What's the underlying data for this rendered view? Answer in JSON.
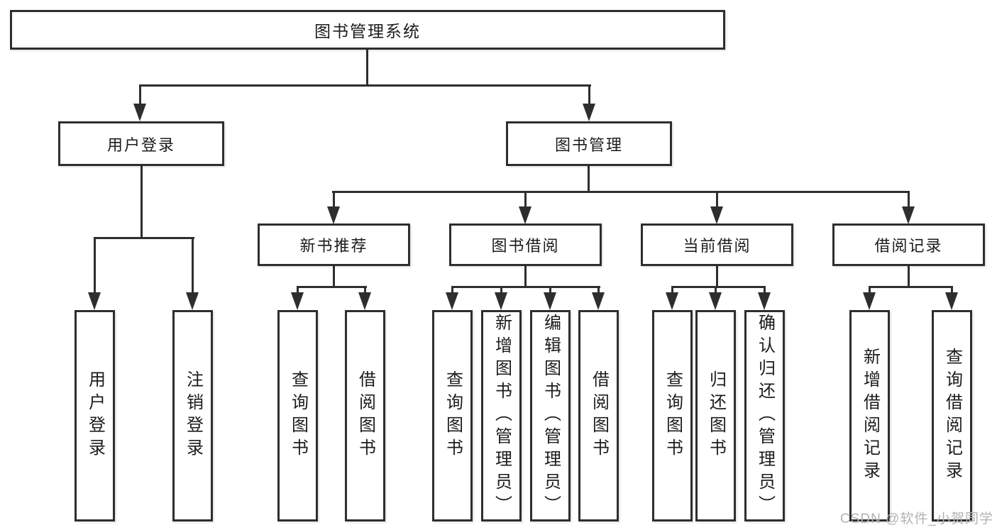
{
  "diagram": {
    "root": {
      "label": "图书管理系统"
    },
    "level2": [
      {
        "label": "用户登录"
      },
      {
        "label": "图书管理"
      }
    ],
    "level3": [
      {
        "label": "新书推荐"
      },
      {
        "label": "图书借阅"
      },
      {
        "label": "当前借阅"
      },
      {
        "label": "借阅记录"
      }
    ],
    "leaves": {
      "user_login": [
        "用户登录",
        "注销登录"
      ],
      "new_books": [
        "查询图书",
        "借阅图书"
      ],
      "book_borrow": [
        "查询图书",
        "新增图书（管理员）",
        "编辑图书（管理员）",
        "借阅图书"
      ],
      "current_borrow": [
        "查询图书",
        "归还图书",
        "确认归还（管理员）"
      ],
      "borrow_records": [
        "新增借阅记录",
        "查询借阅记录"
      ]
    }
  },
  "watermark": {
    "text": "CSDN @软件_小贺同学"
  },
  "colors": {
    "line": "#2e2e2e",
    "text": "#1c1c1c",
    "background": "#ffffff",
    "watermark": "#b3b3b3"
  }
}
